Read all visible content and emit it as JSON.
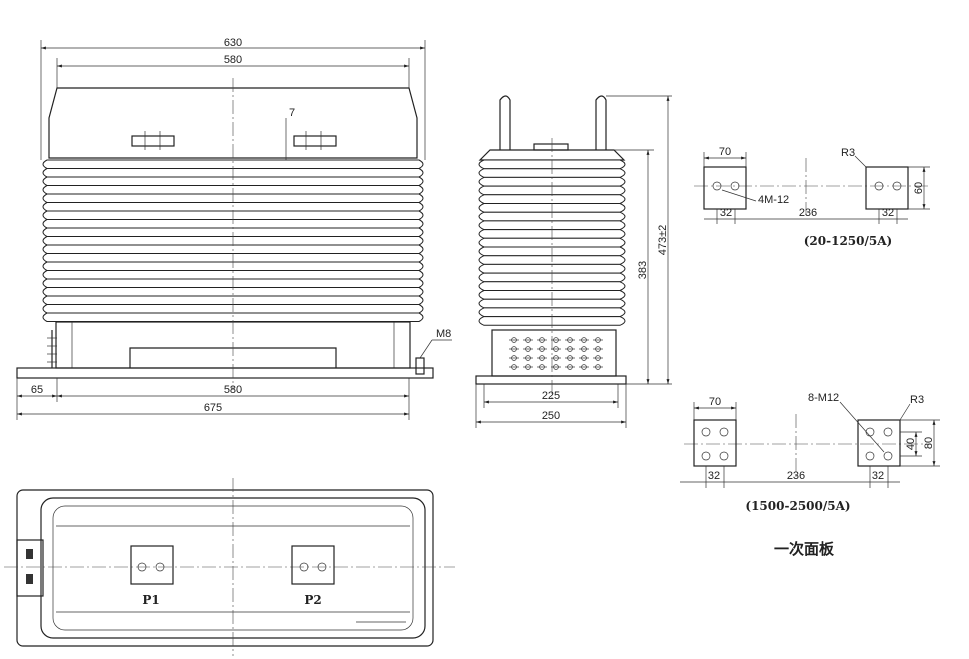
{
  "front_view": {
    "dims": {
      "overall_top": "630",
      "inner_top": "580",
      "rib_gap": "7",
      "offset_left": "65",
      "mounting_span": "580",
      "overall_base": "675",
      "bolt": "M8"
    }
  },
  "side_view": {
    "dims": {
      "height_ribs": "383",
      "height_total": "473±2",
      "base_inner": "225",
      "base_outer": "250"
    }
  },
  "plate_small": {
    "dims": {
      "width": "70",
      "pitch": "32",
      "span": "236",
      "radius": "R3",
      "height": "60",
      "holes": "4M-12"
    },
    "caption": "(20-1250/5A)"
  },
  "plate_large": {
    "dims": {
      "width": "70",
      "pitch": "32",
      "span": "236",
      "radius": "R3",
      "h_inner": "40",
      "h_outer": "80",
      "holes": "8-M12"
    },
    "caption": "(1500-2500/5A)"
  },
  "panel_title": "一次面板",
  "top_view": {
    "p1": "P1",
    "p2": "P2"
  },
  "colors": {
    "line": "#222222",
    "background": "#ffffff"
  }
}
